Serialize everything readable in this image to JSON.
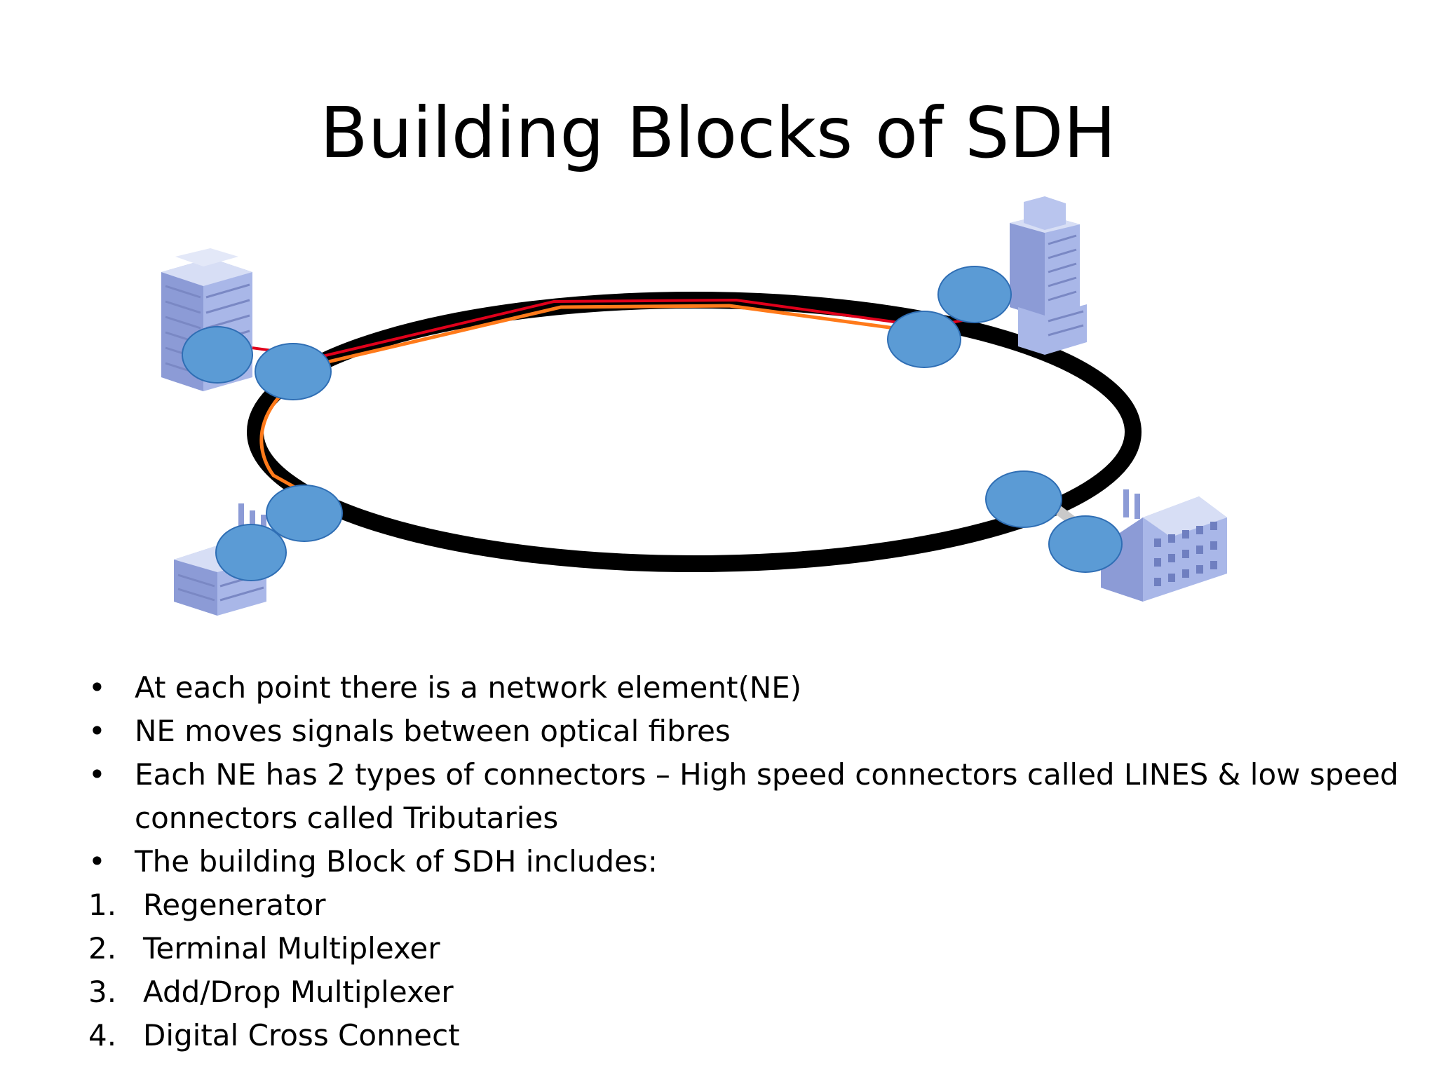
{
  "slide": {
    "title": "Building Blocks of SDH"
  },
  "diagram": {
    "ring_color": "#000000",
    "path_colors": [
      "#ff7a1a",
      "#e0001b"
    ],
    "node_color": "#5b9bd5",
    "node_stroke": "#2f6eb4",
    "building_color": "#a9b7e8",
    "building_icons": [
      "office-tower-icon",
      "skyscraper-icon",
      "small-factory-icon",
      "large-factory-icon"
    ]
  },
  "bullets": [
    {
      "marker": "•",
      "lines": [
        "At each point there is a network element(NE)"
      ]
    },
    {
      "marker": "•",
      "lines": [
        "NE moves signals between optical fibres"
      ]
    },
    {
      "marker": "•",
      "lines": [
        "Each NE has 2 types of  connectors – High speed connectors called LINES & low speed",
        "connectors called Tributaries"
      ]
    },
    {
      "marker": "•",
      "lines": [
        "The building Block of SDH includes:"
      ]
    }
  ],
  "numbered": [
    {
      "marker": "1.",
      "text": "Regenerator"
    },
    {
      "marker": "2.",
      "text": "Terminal Multiplexer"
    },
    {
      "marker": "3.",
      "text": "Add/Drop Multiplexer"
    },
    {
      "marker": "4.",
      "text": "Digital Cross Connect"
    }
  ]
}
